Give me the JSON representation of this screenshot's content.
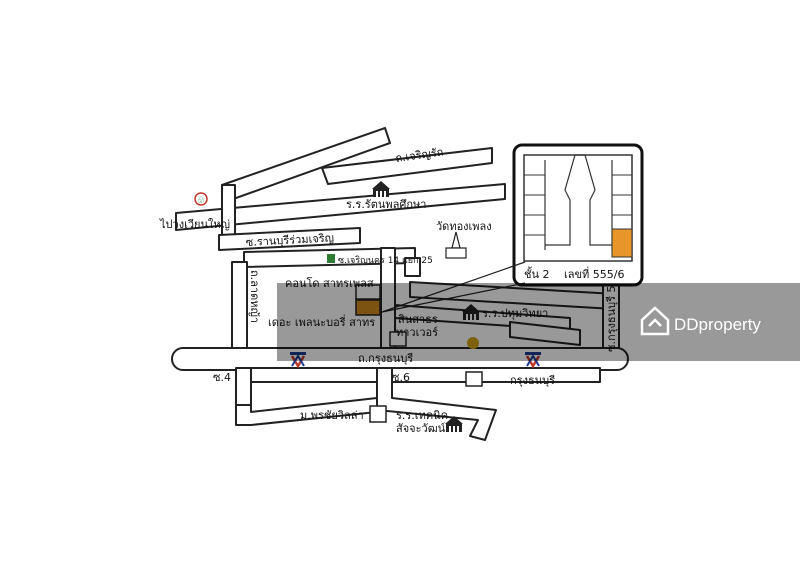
{
  "labels": {
    "road_charoen_rat": "ถ.เจริญรัถ",
    "school_ratana": "ร.ร.รัตนพลศึกษา",
    "pao_wian_yai": "ไปวงเวียนใหญ่",
    "soi_ranburi": "ซ.รานบุรีร่วมเจริญ",
    "soi_charoen_nakhon": "ซ.เจริญนคร 14 แยก 25",
    "wat_thong_phleng": "วัดทองเพลง",
    "condo_sathorn_plus": "คอนโด สาทรเพลส",
    "the_place_sathorn": "เดอะ เพลนะบอรี่ สาทร",
    "road_left_vertical": "ถ.ลาดหญ้า",
    "sin_sathorn": "สินสาธร",
    "tower": "ทาวเวอร์",
    "school_pathum": "ร.ร.ปทุมวิทยา",
    "road_krung_thonburi": "ถ.กรุงธนบุรี",
    "soi_krung_thonburi_5": "ซ.กรุงธนบุรี 5",
    "soi_4": "ซ.4",
    "soi_6": "ซ.6",
    "krung_thonburi_station": "กรุงธนบุรี",
    "m_phrachai_villa": "ม.พรชัยวิลล่า",
    "school_technic_1": "ร.ร.เทคนิค",
    "school_technic_2": "สัจจะวัฒน์"
  },
  "inset": {
    "floor_text": "ชั้น 2",
    "unit_text": "เลขที่ 555/6"
  },
  "watermark": {
    "brand": "DDproperty"
  },
  "colors": {
    "highlight": "#e8962a",
    "watermark_band": "rgba(0,0,0,0.40)"
  }
}
